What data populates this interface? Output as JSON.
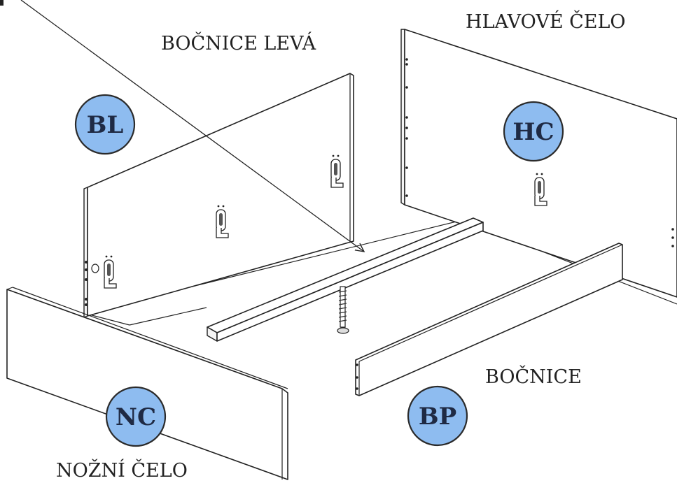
{
  "labels": {
    "bocnice_leva": "BOČNICE LEVÁ",
    "hlavove_celo": "HLAVOVÉ ČELO",
    "bocnice": "BOČNICE",
    "nozni_celo": "NOŽNÍ ČELO"
  },
  "badges": {
    "bl": "BL",
    "hc": "HC",
    "nc": "NC",
    "bp": "BP"
  },
  "colors": {
    "badge_fill": "#8ebcf0",
    "badge_stroke": "#2b2b2b",
    "line": "#222222"
  }
}
